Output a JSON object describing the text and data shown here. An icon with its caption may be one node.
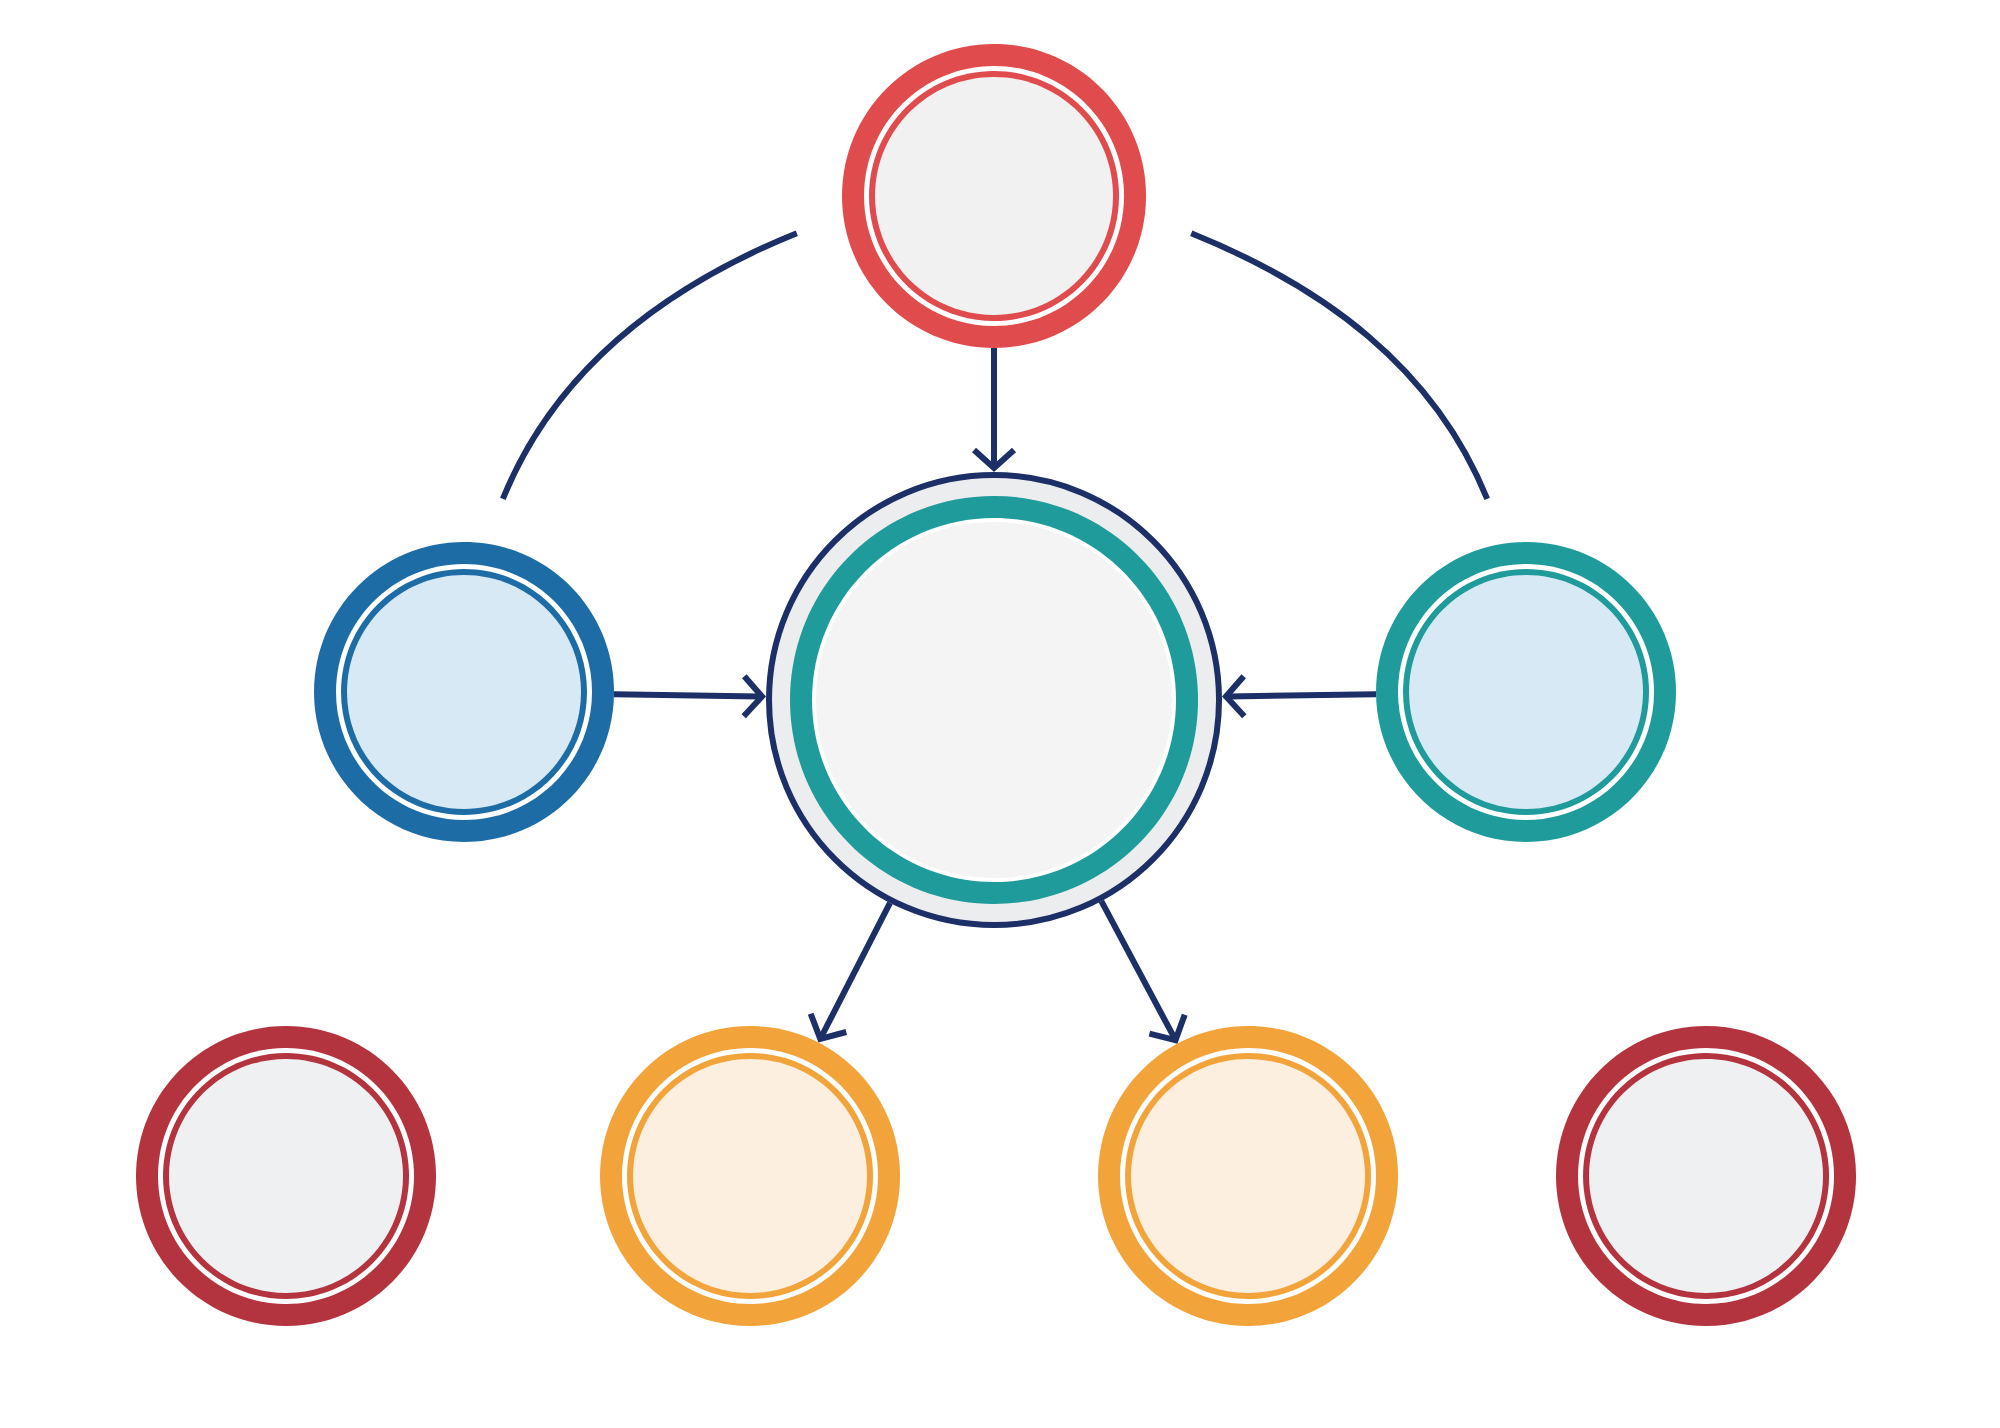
{
  "diagram": {
    "nodes": [
      {
        "text": [],
        "shape": "circle"
      },
      {
        "text": [],
        "shape": "circle"
      },
      {
        "text": [],
        "shape": "circle"
      },
      {
        "text": [],
        "shape": "circle"
      },
      {
        "text": [],
        "shape": "circle"
      },
      {
        "text": [],
        "shape": "circle"
      },
      {
        "text": [],
        "shape": "circle"
      },
      {
        "text": [],
        "shape": "circle"
      }
    ],
    "edges": [
      {
        "from": 0,
        "to": 2,
        "arrow": "to"
      },
      {
        "from": 1,
        "to": 2,
        "arrow": "to"
      },
      {
        "from": 3,
        "to": 2,
        "arrow": "to"
      },
      {
        "from": 2,
        "to": 5,
        "arrow": "to"
      },
      {
        "from": 2,
        "to": 6,
        "arrow": "to"
      },
      {
        "from": 0,
        "to": 1,
        "arrow": "none"
      },
      {
        "from": 0,
        "to": 3,
        "arrow": "none"
      }
    ]
  }
}
